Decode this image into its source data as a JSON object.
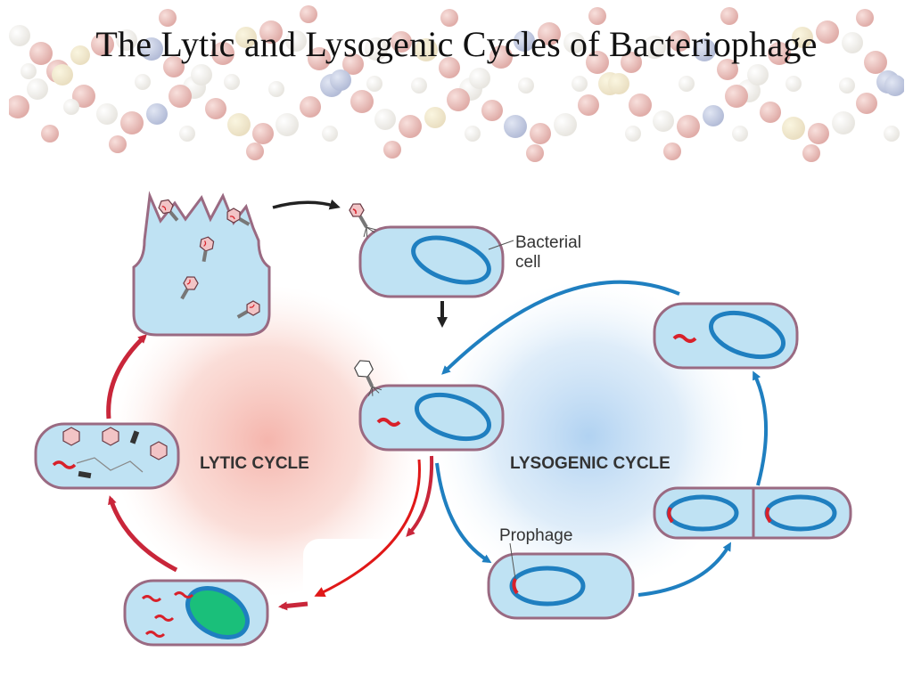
{
  "title": "The Lytic and Lysogenic Cycles of Bacteriophage",
  "banner": {
    "description_icon": "dna-molecule-banner-icon"
  },
  "diagram": {
    "lytic_label": "LYTIC CYCLE",
    "lysogenic_label": "LYSOGENIC CYCLE",
    "bacterial_cell_label_line1": "Bacterial",
    "bacterial_cell_label_line2": "cell",
    "prophage_label": "Prophage"
  },
  "colors": {
    "cell_fill": "#bfe2f3",
    "cell_border": "#9a6a82",
    "dna_blue": "#1f7fc0",
    "phage_red": "#d8212a",
    "lytic_glow": "#f3b3aa",
    "lysogenic_glow": "#b7d8f2",
    "lytic_arrow": "#c9263a",
    "lysogenic_arrow": "#1f7fc0"
  }
}
